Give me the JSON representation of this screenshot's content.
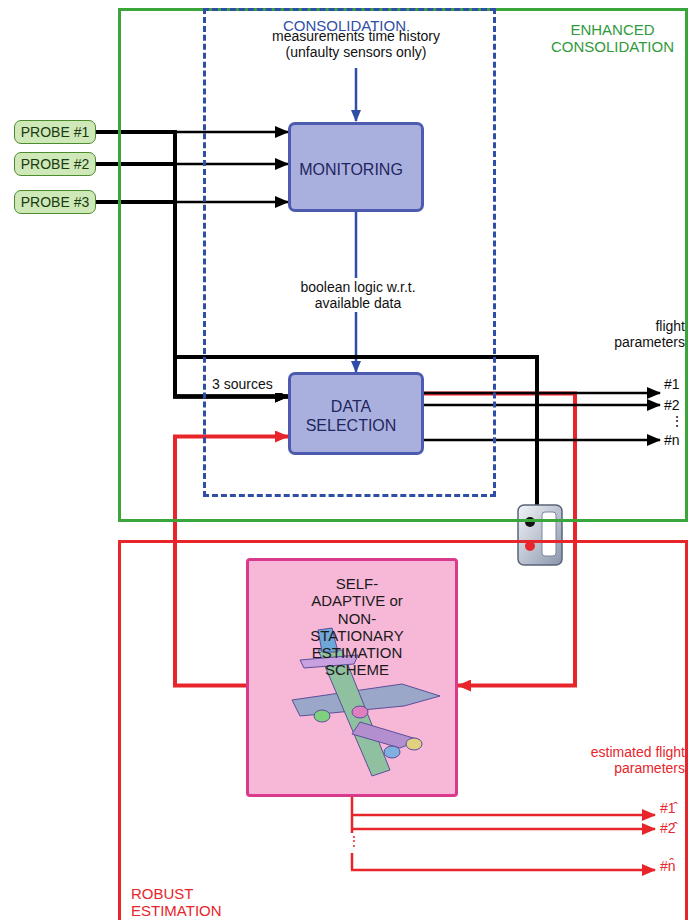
{
  "diagram": {
    "nodes": [
      {
        "text": [
          "PROBE #1"
        ]
      },
      {
        "text": [
          "PROBE #2"
        ]
      },
      {
        "text": [
          "PROBE #3"
        ]
      },
      {
        "text": [
          "ENHANCED CONSOLIDATION"
        ]
      },
      {
        "text": [
          "CONSOLIDATION"
        ],
        "in": 3
      },
      {
        "text": [
          "MONITORING"
        ],
        "in": 4
      },
      {
        "text": [
          "DATA SELECTION"
        ],
        "in": 4
      },
      {
        "text": [
          "ROBUST ESTIMATION"
        ]
      },
      {
        "text": [
          "SELF-ADAPTIVE or NON-STATIONARY ESTIMATION SCHEME"
        ],
        "in": 7
      }
    ],
    "edges": [
      {
        "from": 0,
        "to": 5,
        "arrow": "to"
      },
      {
        "from": 1,
        "to": 5,
        "arrow": "to"
      },
      {
        "from": 2,
        "to": 5,
        "arrow": "to"
      },
      {
        "from": 0,
        "to": 6,
        "label": "3 sources",
        "arrow": "to"
      },
      {
        "from": 1,
        "to": 6,
        "arrow": "to"
      },
      {
        "from": 2,
        "to": 6,
        "arrow": "to"
      },
      {
        "from": 5,
        "to": 6,
        "label": "boolean logic w.r.t. available data",
        "arrow": "to"
      },
      {
        "from": 8,
        "to": 6,
        "arrow": "to"
      },
      {
        "from": 6,
        "to": 8,
        "arrow": "to"
      }
    ],
    "labels": [
      "measurements time history (unfaulty sensors only)",
      "flight parameters",
      "#1",
      "#2",
      "⋮",
      "#n",
      "estimated flight parameters",
      "#1̂",
      "#2̂",
      "⋮",
      "#n̂"
    ]
  }
}
